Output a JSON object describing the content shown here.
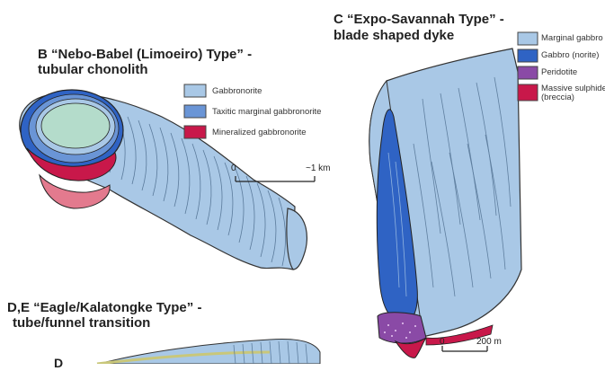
{
  "panel_b": {
    "title_line1": "B “Nebo-Babel (Limoeiro) Type” -",
    "title_line2": "tubular chonolith",
    "legend": [
      {
        "label": "Gabbronorite",
        "color": "#a9c8e6"
      },
      {
        "label": "Taxitic marginal gabbronorite",
        "color": "#6a95d6"
      },
      {
        "label": "Mineralized gabbronorite",
        "color": "#c8184a"
      }
    ],
    "scale": {
      "start": "0",
      "end": "~1 km"
    }
  },
  "panel_c": {
    "title_line1": "C “Expo-Savannah Type” -",
    "title_line2": "blade shaped dyke",
    "legend": [
      {
        "label": "Marginal gabbro",
        "color": "#a9c8e6"
      },
      {
        "label": "Gabbro (norite)",
        "color": "#2f63c4"
      },
      {
        "label": "Peridotite",
        "color": "#8a4aa6"
      },
      {
        "label": "Massive sulphide",
        "label2": "(breccia)",
        "color": "#c8184a"
      }
    ],
    "scale": {
      "start": "0",
      "end": "200 m"
    }
  },
  "panel_de": {
    "title_line1": "D,E “Eagle/Kalatongke Type” -",
    "title_line2": "tube/funnel transition",
    "cut_letter": "D"
  }
}
